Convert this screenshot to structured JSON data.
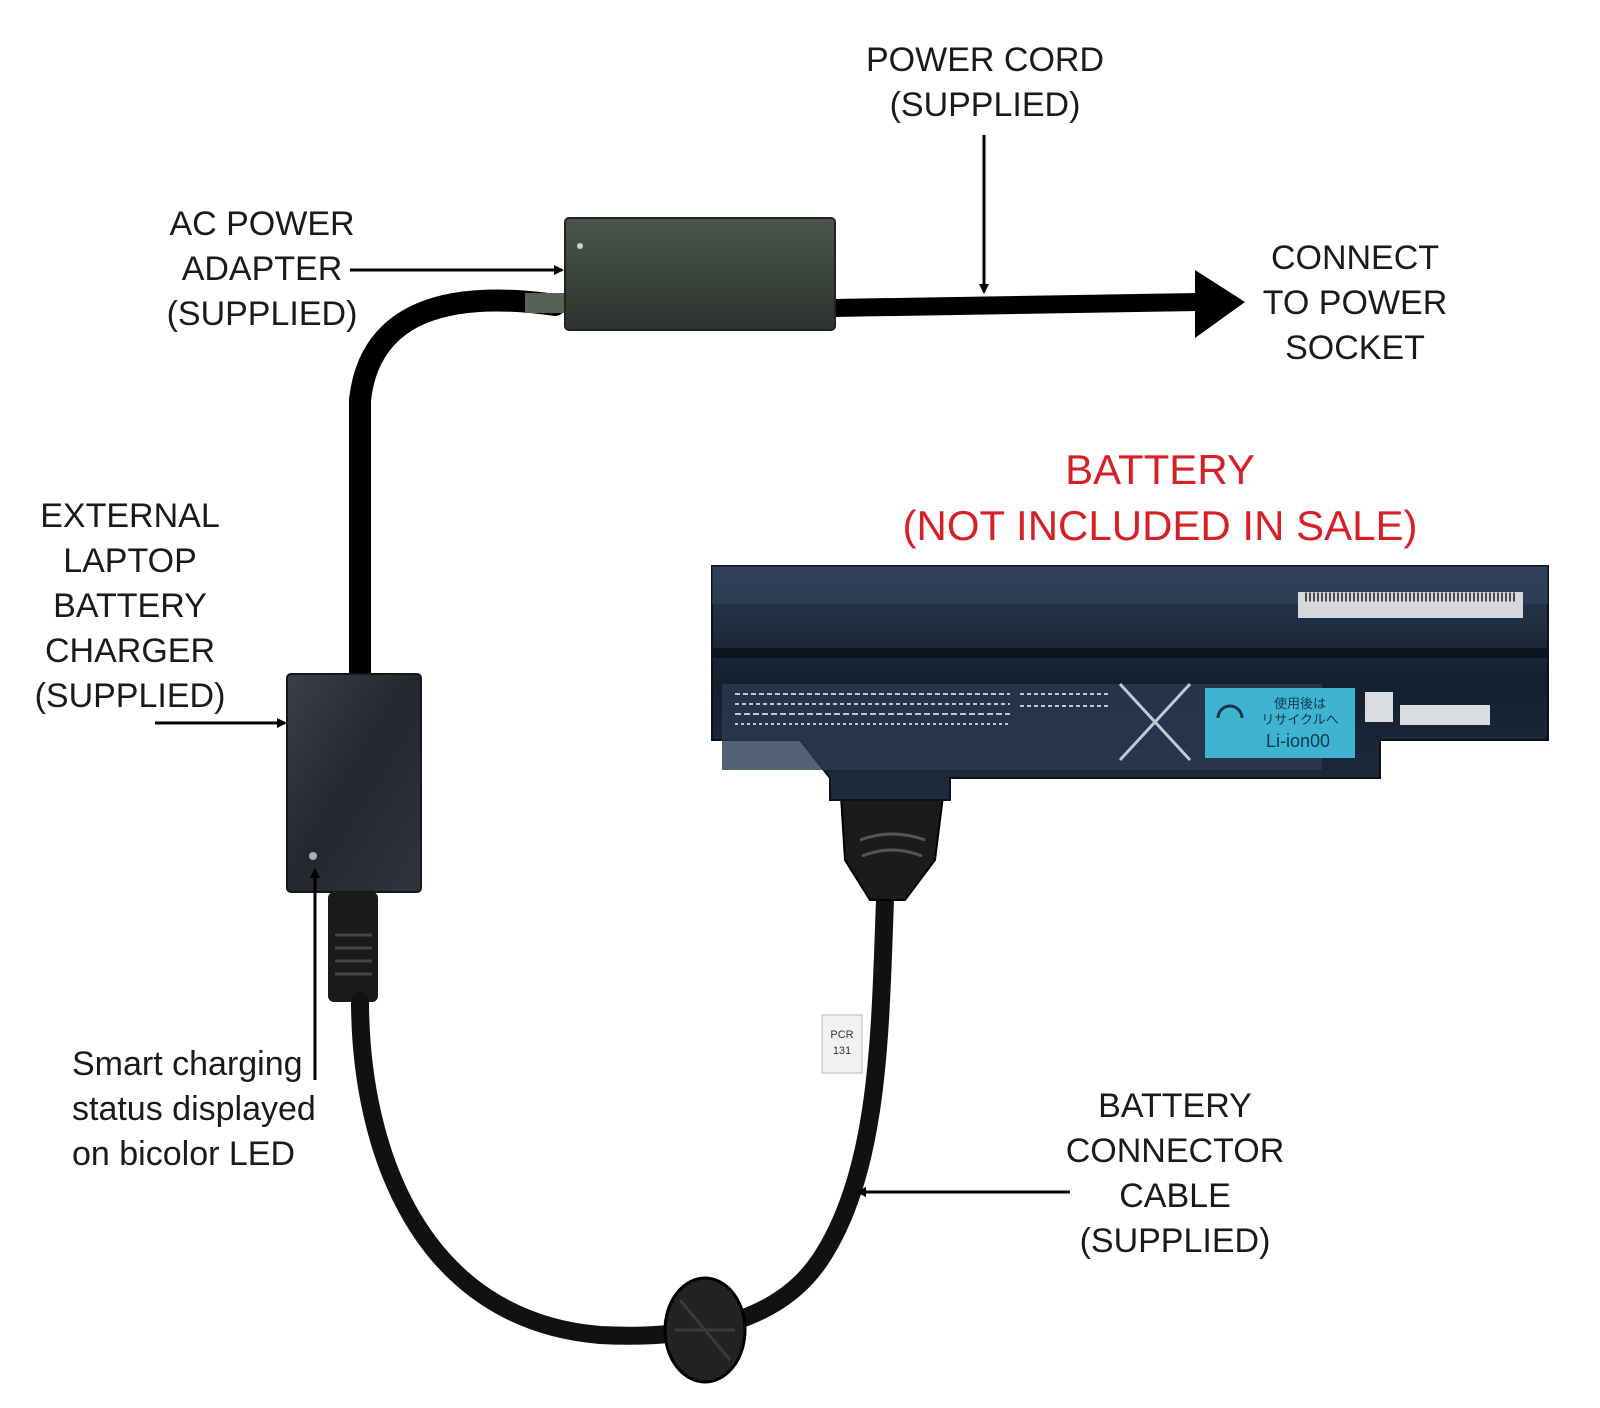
{
  "labels": {
    "power_cord": [
      "POWER CORD",
      "(SUPPLIED)"
    ],
    "ac_adapter": [
      "AC POWER",
      "ADAPTER",
      "(SUPPLIED)"
    ],
    "connect_socket": [
      "CONNECT",
      "TO POWER",
      "SOCKET"
    ],
    "battery": [
      "BATTERY",
      "(NOT INCLUDED IN SALE)"
    ],
    "external_charger": [
      "EXTERNAL",
      "LAPTOP",
      "BATTERY",
      "CHARGER",
      "(SUPPLIED)"
    ],
    "smart_charging": [
      "Smart charging",
      "status displayed",
      "on bicolor LED"
    ],
    "connector_cable": [
      "BATTERY",
      "CONNECTOR",
      "CABLE",
      "(SUPPLIED)"
    ]
  },
  "battery_print": {
    "recycle_text_1": "使用後は",
    "recycle_text_2": "リサイクルへ",
    "recycle_text_3": "Li-ion00",
    "cable_tag_1": "PCR",
    "cable_tag_2": "131"
  },
  "colors": {
    "label_text": "#1a1a1a",
    "highlight": "#d71f26",
    "battery_body": "#1a2a3e",
    "adapter_body": "#38413b",
    "charger_body": "#262a32",
    "recycle_label": "#3fb4d2"
  }
}
